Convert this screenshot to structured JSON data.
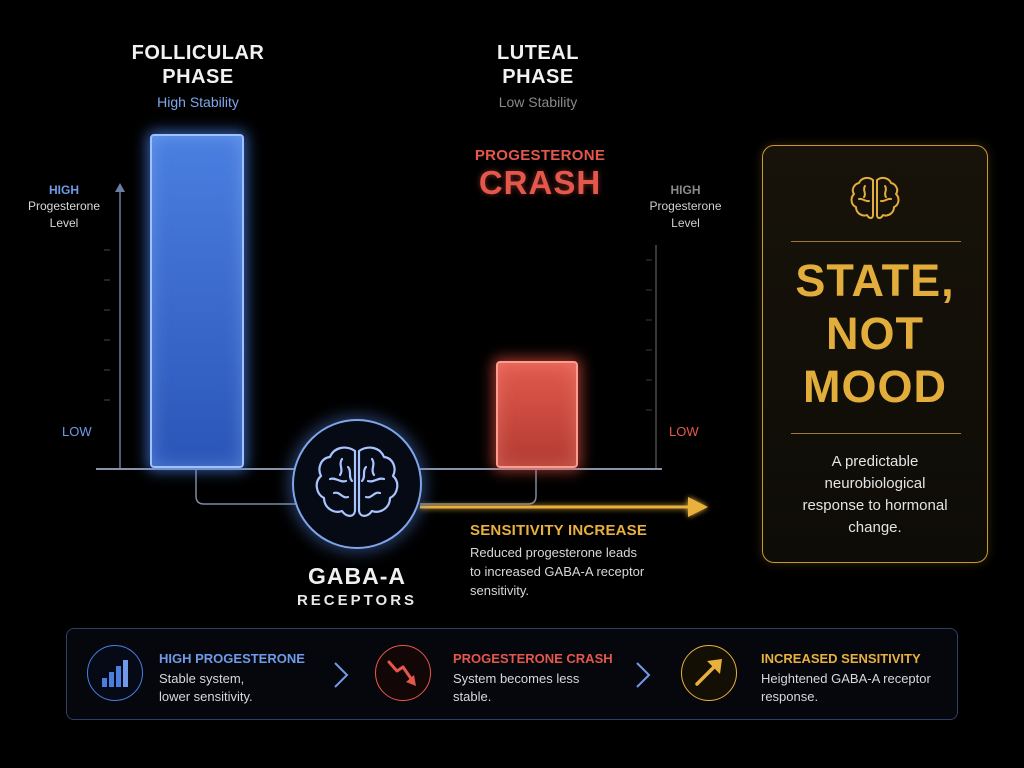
{
  "diagram": {
    "follicular": {
      "title_line1": "FOLLICULAR",
      "title_line2": "PHASE",
      "subtitle": "High Stability",
      "progesterone_level": 1.0
    },
    "luteal": {
      "title_line1": "LUTEAL",
      "title_line2": "PHASE",
      "subtitle": "Low Stability",
      "progesterone_level": 0.32
    },
    "left_axis": {
      "high": "HIGH",
      "label_line1": "Progesterone",
      "label_line2": "Level",
      "low": "LOW"
    },
    "right_axis": {
      "high": "HIGH",
      "label_line1": "Progesterone",
      "label_line2": "Level",
      "low": "LOW"
    },
    "crash": {
      "line1": "PROGESTERONE",
      "line2": "CRASH"
    },
    "receptor": {
      "line1": "GABA-A",
      "line2": "RECEPTORS",
      "icon": "brain-icon"
    },
    "sensitivity": {
      "title": "SENSITIVITY INCREASE",
      "body_line1": "Reduced progesterone leads",
      "body_line2": "to increased GABA-A receptor",
      "body_line3": "sensitivity."
    },
    "card": {
      "icon": "brain-icon",
      "head_line1": "STATE,",
      "head_line2": "NOT",
      "head_line3": "MOOD",
      "body_line1": "A predictable",
      "body_line2": "neurobiological",
      "body_line3": "response to hormonal",
      "body_line4": "change."
    }
  },
  "summary": [
    {
      "title": "HIGH PROGESTERONE",
      "line1": "Stable system,",
      "line2": "lower sensitivity.",
      "icon": "bar-chart-icon",
      "color": "#4a7fe0"
    },
    {
      "title": "PROGESTERONE CRASH",
      "line1": "System becomes less",
      "line2": "stable.",
      "icon": "down-trend-icon",
      "color": "#e5574b"
    },
    {
      "title": "INCREASED SENSITIVITY",
      "line1": "Heightened GABA-A receptor",
      "line2": "response.",
      "icon": "up-arrow-icon",
      "color": "#e8b03d"
    }
  ],
  "colors": {
    "blue": "#4a7fe0",
    "red": "#e5574b",
    "gold": "#e8b03d",
    "background": "#000000"
  }
}
